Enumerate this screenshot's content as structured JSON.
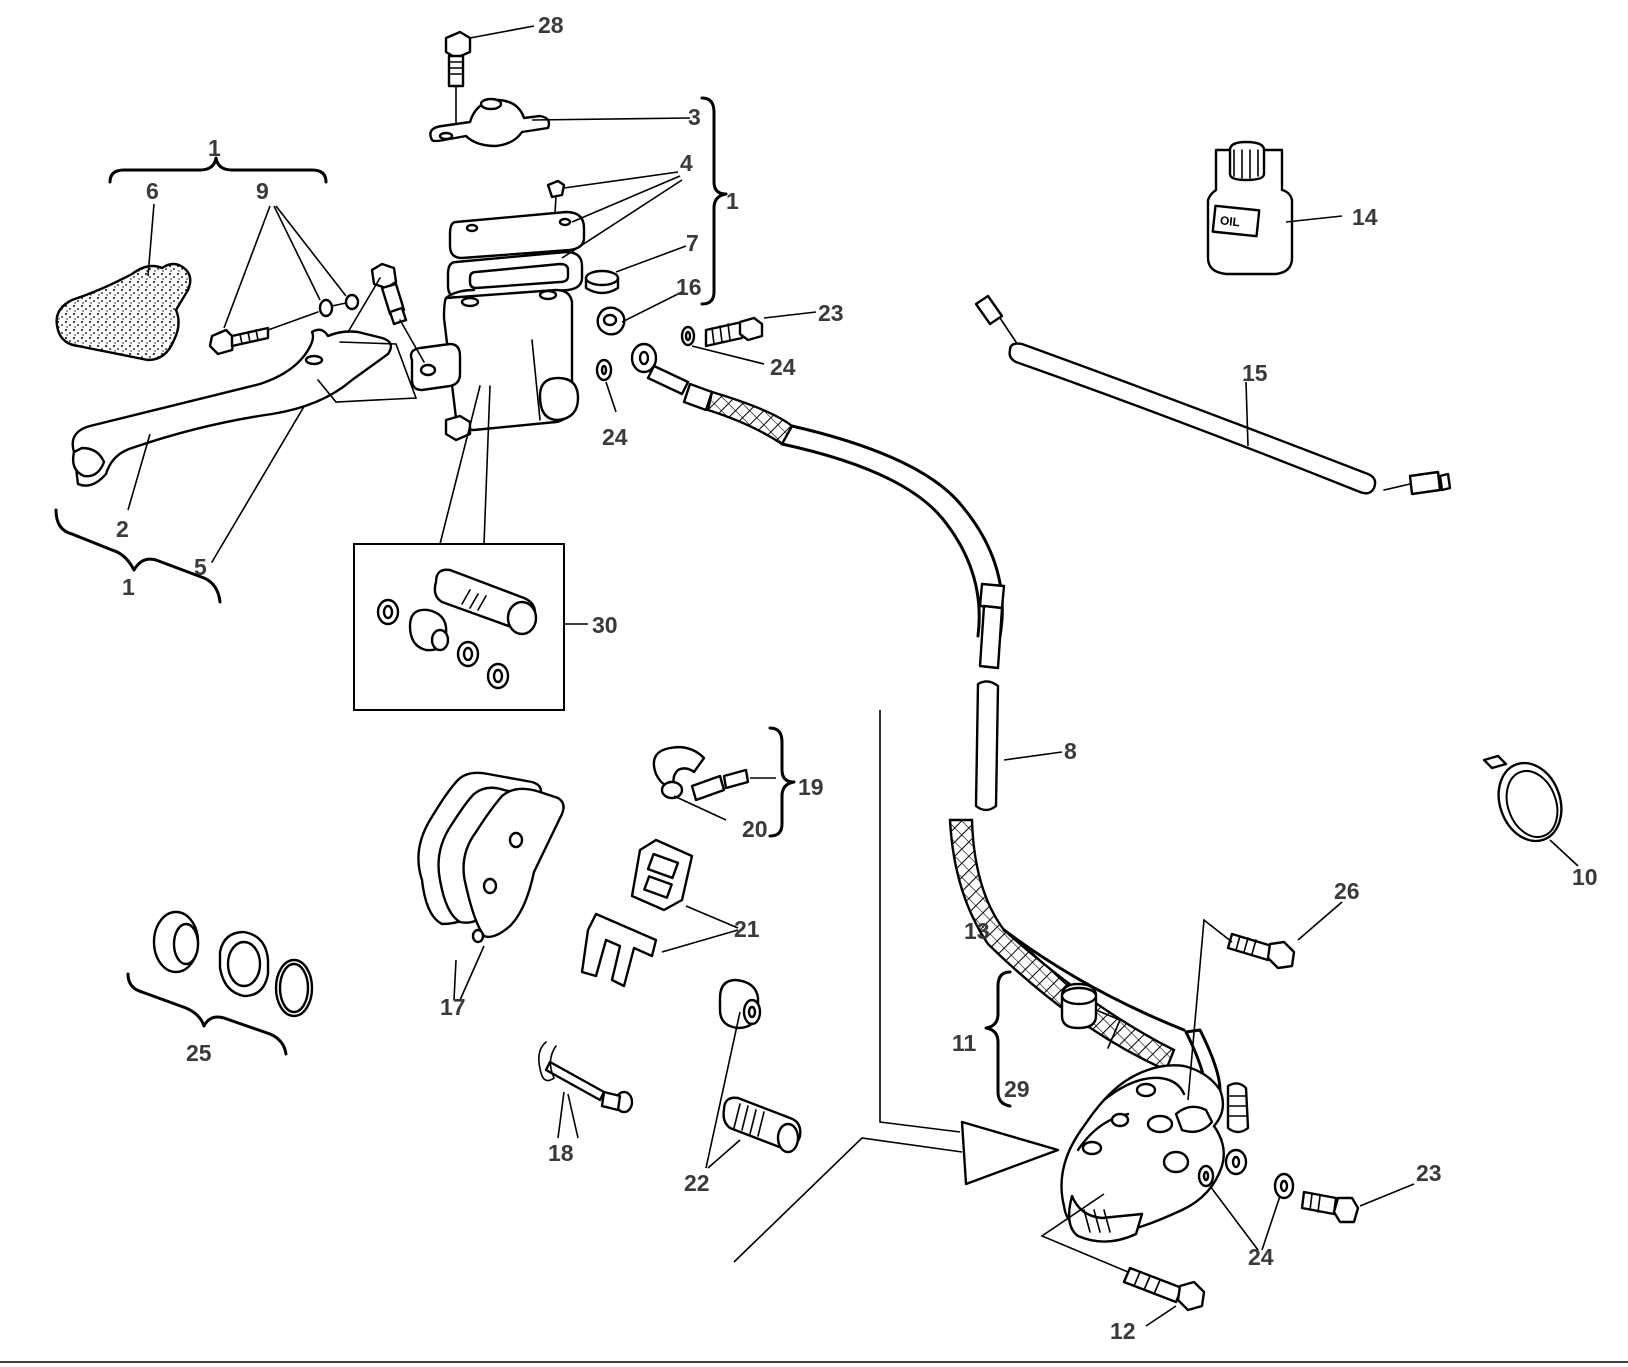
{
  "labels": {
    "l28": "28",
    "l3": "3",
    "l4": "4",
    "l1_top": "1",
    "l1_right": "1",
    "l6": "6",
    "l9": "9",
    "l7": "7",
    "l16": "16",
    "l23_top": "23",
    "l24_a": "24",
    "l24_b": "24",
    "l14": "14",
    "l15": "15",
    "l2": "2",
    "l5": "5",
    "l1_bottom": "1",
    "l30": "30",
    "l8": "8",
    "l19": "19",
    "l20": "20",
    "l21": "21",
    "l17": "17",
    "l25": "25",
    "l10": "10",
    "l26": "26",
    "l13": "13",
    "l11": "11",
    "l29": "29",
    "l18": "18",
    "l22": "22",
    "l23_bottom": "23",
    "l24_c": "24",
    "l12": "12"
  },
  "bottle": {
    "label": "OIL"
  },
  "colors": {
    "ink": "#000000",
    "label": "#3a3a3a",
    "paper": "#ffffff"
  }
}
